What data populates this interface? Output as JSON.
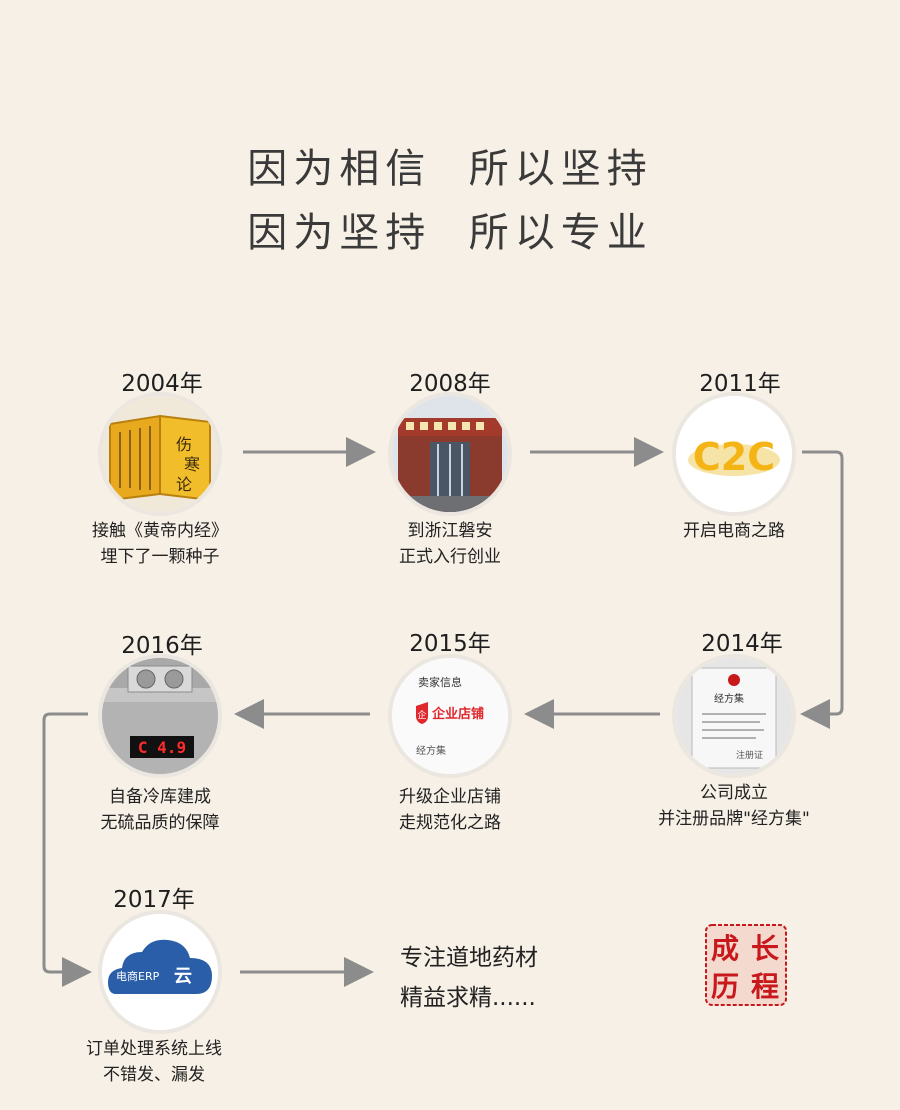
{
  "header": {
    "line1": "因为相信  所以坚持",
    "line2": "因为坚持  所以专业"
  },
  "timeline": [
    {
      "year": "2004年",
      "caption": [
        "接触《黄帝内经》",
        "埋下了一颗种子"
      ],
      "image": "ancient-book-icon"
    },
    {
      "year": "2008年",
      "caption": [
        "到浙江磐安",
        "正式入行创业"
      ],
      "image": "building-photo"
    },
    {
      "year": "2011年",
      "caption": [
        "开启电商之路"
      ],
      "image": "c2c-logo",
      "logo_text": "C2C"
    },
    {
      "year": "2014年",
      "caption": [
        "公司成立",
        "并注册品牌\"经方集\""
      ],
      "image": "trademark-certificate"
    },
    {
      "year": "2015年",
      "caption": [
        "升级企业店铺",
        "走规范化之路"
      ],
      "image": "enterprise-shop-badge",
      "badge": {
        "title": "卖家信息",
        "label": "企业店铺",
        "footer": "经方集"
      }
    },
    {
      "year": "2016年",
      "caption": [
        "自备冷库建成",
        "无硫品质的保障"
      ],
      "image": "cold-storage-photo",
      "display": "C 4.9"
    },
    {
      "year": "2017年",
      "caption": [
        "订单处理系统上线",
        "不错发、漏发"
      ],
      "image": "erp-cloud-logo",
      "logo_text": "电商ERP",
      "logo_char": "云"
    }
  ],
  "slogan": [
    "专注道地药材",
    "精益求精......"
  ],
  "seal": {
    "chars": [
      "成",
      "长",
      "历",
      "程"
    ]
  },
  "colors": {
    "background": "#f7f0e6",
    "accent": "#c9181c",
    "arrow": "#8c8c8c",
    "logo_yellow": "#f4b415"
  }
}
